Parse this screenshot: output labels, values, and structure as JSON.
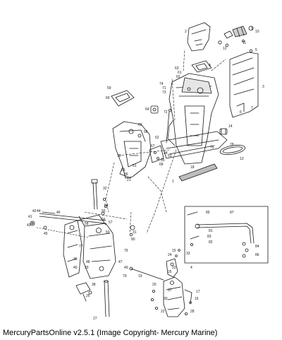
{
  "caption": "MercuryPartsOnline v2.5.1 (Image Copyright- Mercury Marine)",
  "callouts": [
    "1",
    "2",
    "3",
    "4",
    "5",
    "6",
    "7",
    "8",
    "9",
    "10",
    "11",
    "12",
    "13",
    "14",
    "15",
    "16",
    "17",
    "18",
    "19",
    "20",
    "21",
    "22",
    "23",
    "24",
    "25",
    "26",
    "27",
    "28",
    "29",
    "30",
    "31",
    "32",
    "33",
    "34",
    "35",
    "36",
    "37",
    "38",
    "39",
    "40",
    "41",
    "42",
    "43",
    "44",
    "45",
    "46",
    "47",
    "48",
    "49",
    "50",
    "51",
    "52",
    "53",
    "54",
    "55",
    "56",
    "57",
    "58",
    "59",
    "60",
    "61",
    "62",
    "63",
    "64",
    "65",
    "66",
    "67",
    "68",
    "69",
    "70",
    "71",
    "72",
    "73",
    "74",
    "75",
    "76",
    "77",
    "78",
    "79",
    "80",
    "81",
    "82",
    "83",
    "84",
    "85",
    "86",
    "87"
  ]
}
